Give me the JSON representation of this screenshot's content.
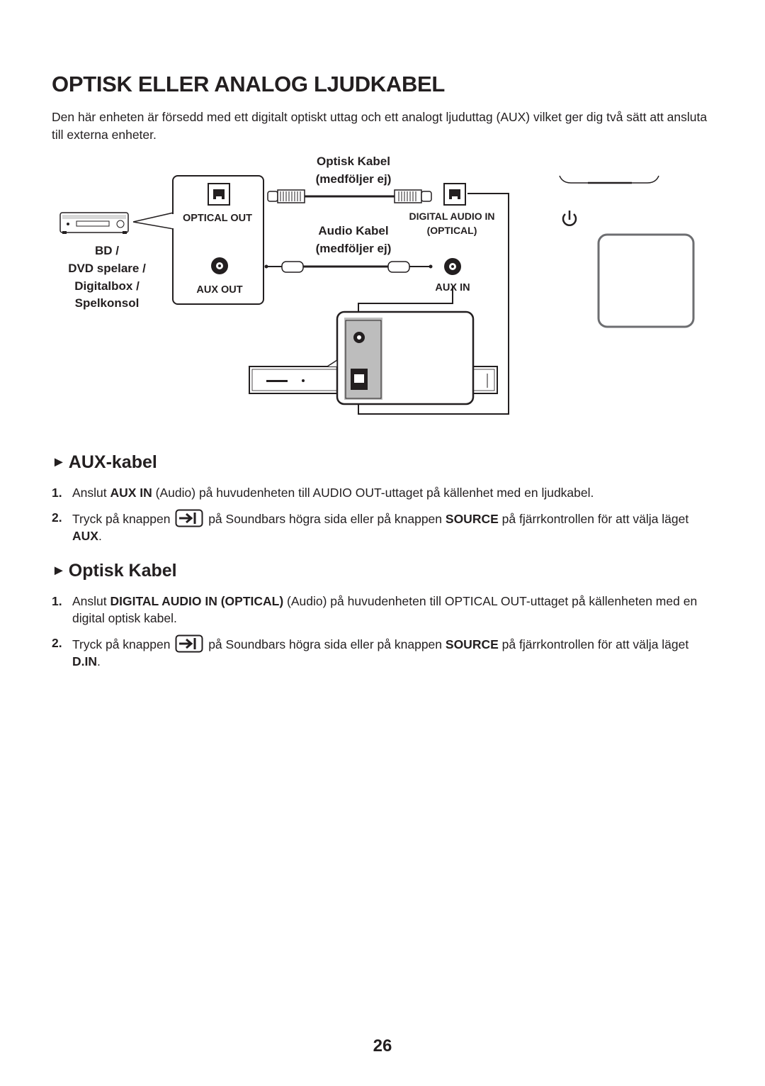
{
  "page": {
    "title": "OPTISK ELLER ANALOG LJUDKABEL",
    "intro": "Den här enheten är försedd med ett digitalt optiskt uttag och ett analogt ljuduttag (AUX) vilket ger dig två sätt att ansluta till externa enheter.",
    "page_number": "26"
  },
  "diagram": {
    "optical_cable_label_1": "Optisk Kabel",
    "optical_cable_label_2": "(medföljer ej)",
    "audio_cable_label_1": "Audio Kabel",
    "audio_cable_label_2": "(medföljer ej)",
    "optical_out": "OPTICAL OUT",
    "aux_out": "AUX OUT",
    "digital_audio_in_1": "DIGITAL AUDIO IN",
    "digital_audio_in_2": "(OPTICAL)",
    "aux_in": "AUX IN",
    "source_device_lines": [
      "BD /",
      "DVD spelare /",
      "Digitalbox /",
      "Spelkonsol"
    ],
    "icons": [
      "bd-player-icon",
      "optical-port-icon",
      "aux-port-icon",
      "soundbar-icon",
      "power-icon",
      "remote-icon"
    ]
  },
  "aux_section": {
    "heading": "AUX-kabel",
    "step1": {
      "num": "1.",
      "pre": "Anslut ",
      "bold": "AUX IN",
      "post": " (Audio) på huvudenheten till AUDIO OUT-uttaget på källenhet med en ljudkabel."
    },
    "step2": {
      "num": "2.",
      "pre": "Tryck på knappen ",
      "mid": " på Soundbars högra sida eller på knappen ",
      "bold1": "SOURCE",
      "post": " på fjärrkontrollen för att välja läget ",
      "bold2": "AUX",
      "end": "."
    }
  },
  "optical_section": {
    "heading": "Optisk Kabel",
    "step1": {
      "num": "1.",
      "pre": "Anslut ",
      "bold": "DIGITAL AUDIO IN (OPTICAL)",
      "post": " (Audio) på huvudenheten till OPTICAL OUT-uttaget på källenheten med en digital optisk kabel."
    },
    "step2": {
      "num": "2.",
      "pre": "Tryck på knappen ",
      "mid": " på Soundbars högra sida eller på knappen ",
      "bold1": "SOURCE",
      "post": " på fjärrkontrollen för att välja läget ",
      "bold2": "D.IN",
      "end": "."
    }
  }
}
